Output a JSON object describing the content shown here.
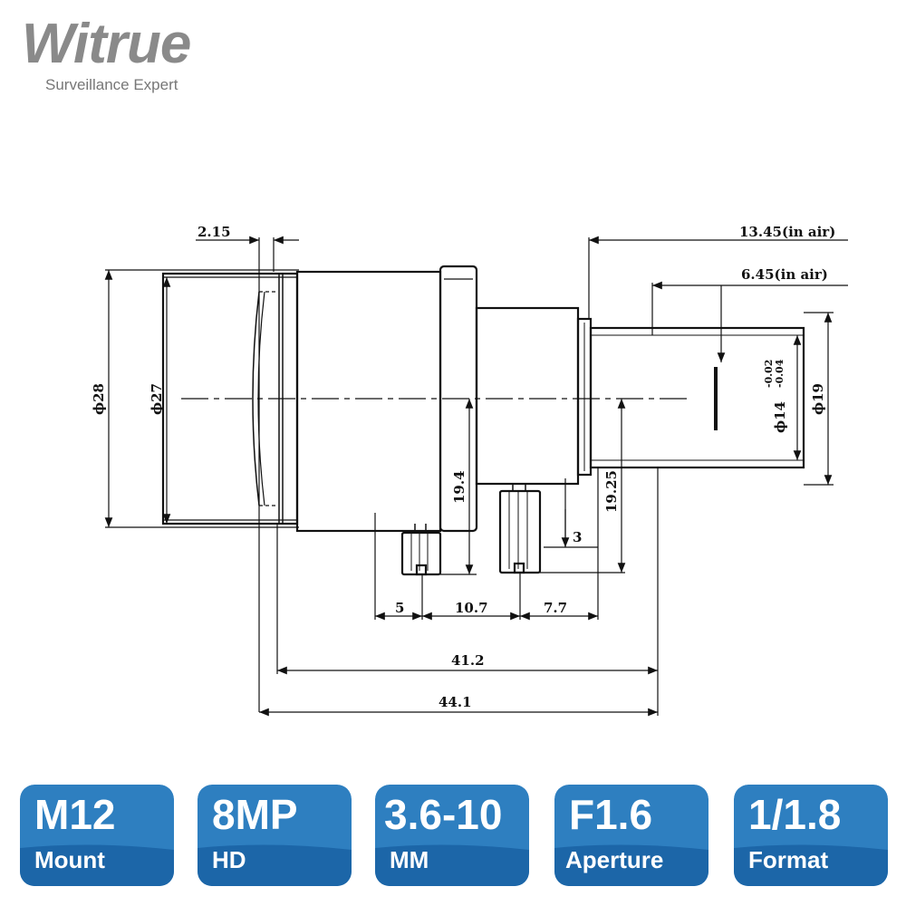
{
  "brand": {
    "name": "Witrue",
    "tagline": "Surveillance Expert"
  },
  "diagram": {
    "dimensions": {
      "d1": "2.15",
      "d2": "13.45(in air)",
      "d3": "6.45(in air)",
      "d4": "ϕ28",
      "d5": "ϕ27",
      "d6": "ϕ19",
      "d7": "ϕ14",
      "d7_upper": "-0.02",
      "d7_lower": "-0.04",
      "d8": "19.4",
      "d9": "19.25",
      "d10": "3",
      "d11": "5",
      "d12": "10.7",
      "d13": "7.7",
      "d14": "41.2",
      "d15": "44.1"
    }
  },
  "badges": [
    {
      "top": "M12",
      "bottom": "Mount"
    },
    {
      "top": "8MP",
      "bottom": "HD"
    },
    {
      "top": "3.6-10",
      "bottom": "MM"
    },
    {
      "top": "F1.6",
      "bottom": "Aperture"
    },
    {
      "top": "1/1.8",
      "bottom": "Format"
    }
  ],
  "colors": {
    "badge_blue": "#2e7fc0",
    "badge_blue_dark": "#1c66a8",
    "logo_gray": "#8a8a8a"
  }
}
